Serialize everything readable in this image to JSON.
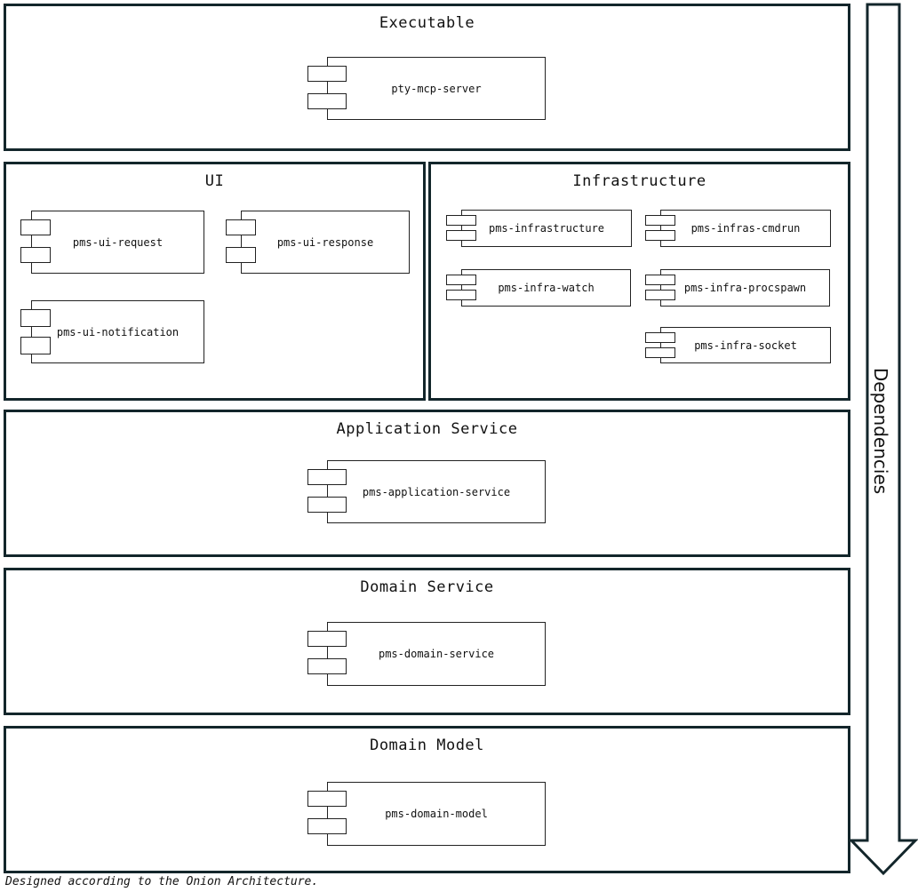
{
  "layers": {
    "executable": {
      "title": "Executable",
      "components": [
        "pty-mcp-server"
      ]
    },
    "ui": {
      "title": "UI",
      "components": [
        "pms-ui-request",
        "pms-ui-response",
        "pms-ui-notification"
      ]
    },
    "infrastructure": {
      "title": "Infrastructure",
      "components": [
        "pms-infrastructure",
        "pms-infras-cmdrun",
        "pms-infra-watch",
        "pms-infra-procspawn",
        "pms-infra-socket"
      ]
    },
    "application_service": {
      "title": "Application Service",
      "components": [
        "pms-application-service"
      ]
    },
    "domain_service": {
      "title": "Domain Service",
      "components": [
        "pms-domain-service"
      ]
    },
    "domain_model": {
      "title": "Domain Model",
      "components": [
        "pms-domain-model"
      ]
    }
  },
  "dependencies_label": "Dependencies",
  "footer": "Designed according to the Onion Architecture."
}
